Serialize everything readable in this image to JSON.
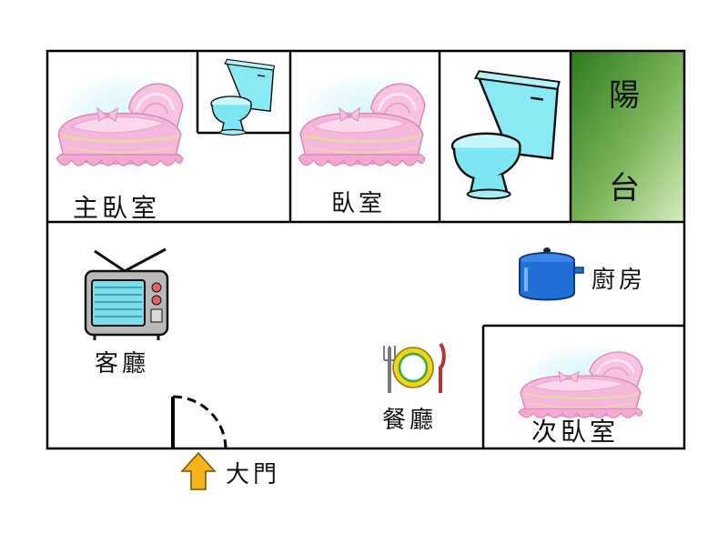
{
  "rooms": {
    "master_bedroom": "主臥室",
    "bedroom": "臥室",
    "balcony_line1": "陽",
    "balcony_line2": "台",
    "living_room": "客廳",
    "kitchen": "廚房",
    "dining_room": "餐廳",
    "second_bedroom": "次臥室",
    "main_door": "大門"
  },
  "icons": [
    "cradle-icon",
    "toilet-icon",
    "tv-icon",
    "cooking-pot-icon",
    "plate-cutlery-icon",
    "arrow-up-icon"
  ],
  "colors": {
    "wall": "#000000",
    "balcony_dark": "#2e7a1f",
    "balcony_light": "#cfe8b4",
    "cradle_pink": "#f4a9d2",
    "toilet_cyan": "#7de6f2",
    "pot_blue": "#1f6fd6",
    "plate_yellow": "#f2d21a",
    "arrow_orange": "#f5b31c"
  }
}
